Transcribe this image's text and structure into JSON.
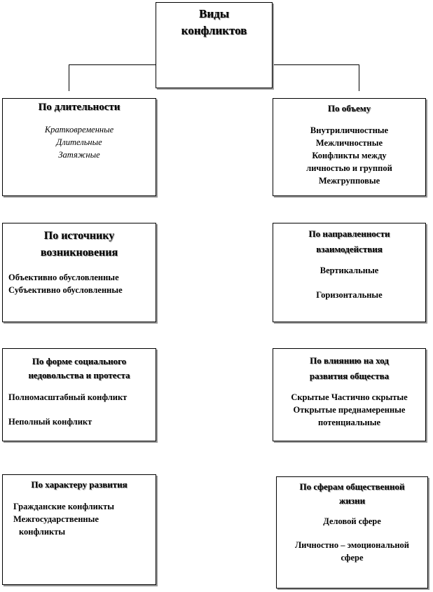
{
  "root": {
    "line1": "Виды",
    "line2": "конфликтов"
  },
  "left": [
    {
      "title": "По длительности",
      "items": [
        "Кратковременные",
        "Длительные",
        "Затяжные"
      ]
    },
    {
      "title_line1": "По источнику",
      "title_line2": "возникновения",
      "items": [
        "Объективно обусловленные",
        "Субъективно обусловленные"
      ]
    },
    {
      "title_line1": "По форме социального",
      "title_line2": "недовольства и протеста",
      "items": [
        "Полномасштабный  конфликт",
        "Неполный  конфликт"
      ]
    },
    {
      "title": "По характеру развития",
      "items": [
        "Гражданские конфликты",
        "Межгосударственные",
        "конфликты"
      ]
    }
  ],
  "right": [
    {
      "title": "По объему",
      "items": [
        "Внутриличностные",
        "Межличностные",
        "Конфликты между",
        "личностью и группой",
        "Межгрупповые"
      ]
    },
    {
      "title_line1": "По направленности",
      "title_line2": "взаимодействия",
      "items": [
        "Вертикальные",
        "Горизонтальные"
      ]
    },
    {
      "title_line1": "По влиянию на ход",
      "title_line2": "развития общества",
      "items": [
        "Скрытые Частично скрытые",
        "Открытые преднамеренные",
        "потенциальные"
      ]
    },
    {
      "title_line1": "По сферам общественной",
      "title_line2": "жизни",
      "items": [
        "Деловой сфере",
        "Личностно – эмоциональной",
        "сфере"
      ]
    }
  ]
}
